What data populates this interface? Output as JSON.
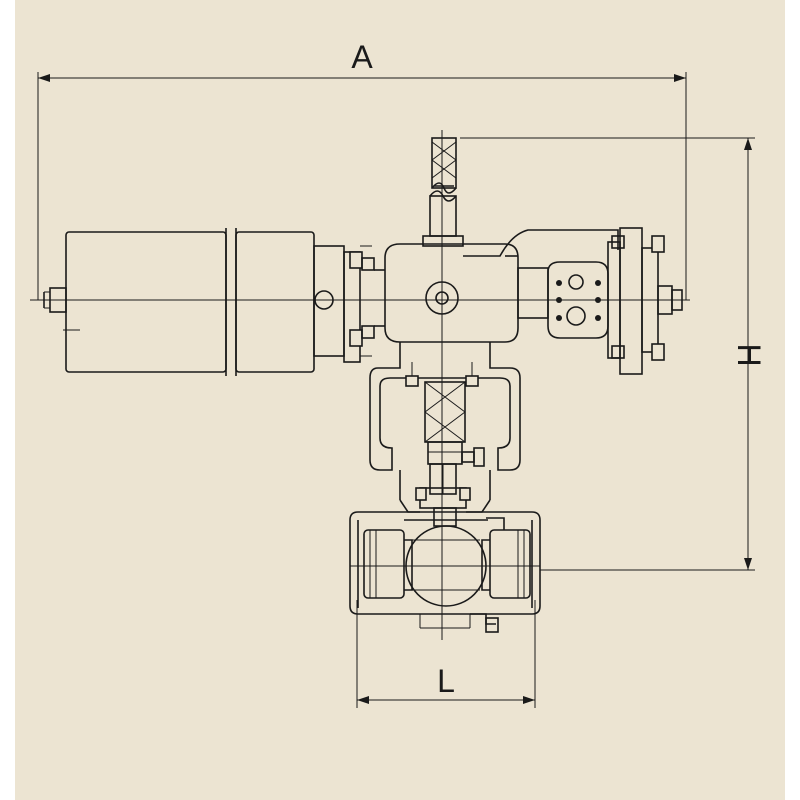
{
  "colors": {
    "background": "#ece4d2",
    "line": "#1a1a1a"
  },
  "dimensions": {
    "width_overall": "A",
    "height": "H",
    "length": "L"
  }
}
